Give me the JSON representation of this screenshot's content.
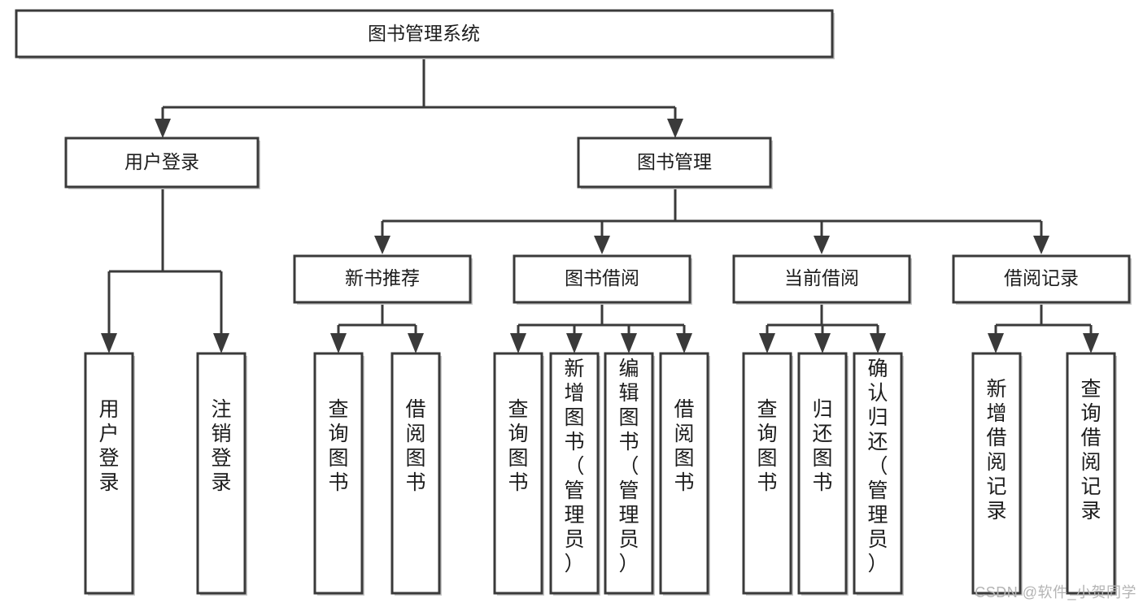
{
  "diagram": {
    "title": "图书管理系统",
    "type": "tree-hierarchy-diagram",
    "watermark": "CSDN @软件_小贺同学",
    "colors": {
      "box_stroke": "#3a3a3a",
      "box_fill": "#ffffff",
      "connector": "#3a3a3a",
      "text": "#1c1c1c",
      "watermark": "#b4b4b4",
      "background": "#ffffff"
    },
    "nodes": {
      "root": {
        "label": "图书管理系统"
      },
      "level2": [
        {
          "label": "用户登录"
        },
        {
          "label": "图书管理"
        }
      ],
      "level3": [
        {
          "label": "新书推荐"
        },
        {
          "label": "图书借阅"
        },
        {
          "label": "当前借阅"
        },
        {
          "label": "借阅记录"
        }
      ],
      "leaves_user_login": [
        {
          "label": "用户登录"
        },
        {
          "label": "注销登录"
        }
      ],
      "leaves_new_book": [
        {
          "label": "查询图书"
        },
        {
          "label": "借阅图书"
        }
      ],
      "leaves_book_borrow": [
        {
          "label": "查询图书"
        },
        {
          "label": "新增图书（管理员）"
        },
        {
          "label": "编辑图书（管理员）"
        },
        {
          "label": "借阅图书"
        }
      ],
      "leaves_current_borrow": [
        {
          "label": "查询图书"
        },
        {
          "label": "归还图书"
        },
        {
          "label": "确认归还（管理员）"
        }
      ],
      "leaves_borrow_record": [
        {
          "label": "新增借阅记录"
        },
        {
          "label": "查询借阅记录"
        }
      ]
    }
  }
}
